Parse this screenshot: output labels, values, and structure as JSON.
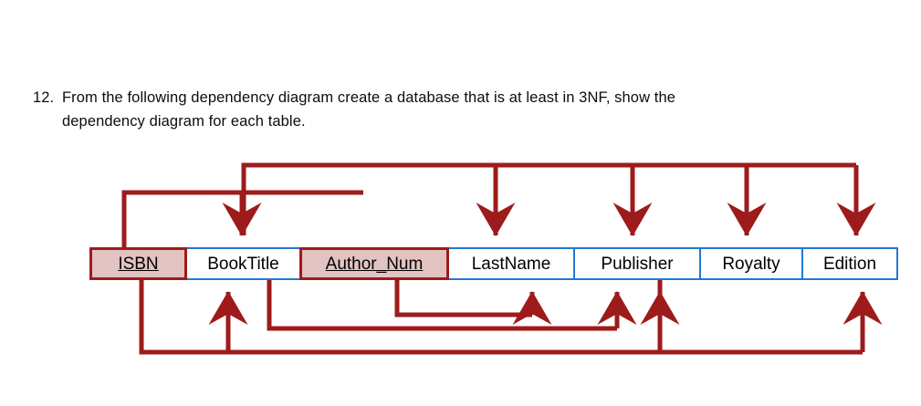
{
  "question": {
    "number": "12.",
    "line1": "From the following dependency diagram create a database that is at least in 3NF, show the",
    "line2": "dependency diagram for each table."
  },
  "diagram": {
    "title": "dependency-diagram",
    "colors": {
      "key_border": "#9e1b1b",
      "key_fill": "#e3c2c2",
      "normal_border": "#2079d4",
      "normal_fill": "#ffffff",
      "arrow": "#9e1b1b",
      "text": "#000000"
    },
    "attributes": [
      {
        "name": "ISBN",
        "is_key": true,
        "width": 107
      },
      {
        "name": "BookTitle",
        "is_key": false,
        "width": 127
      },
      {
        "name": "Author_Num",
        "is_key": true,
        "width": 164
      },
      {
        "name": "LastName",
        "is_key": false,
        "width": 140
      },
      {
        "name": "Publisher",
        "is_key": false,
        "width": 140
      },
      {
        "name": "Royalty",
        "is_key": false,
        "width": 114
      },
      {
        "name": "Edition",
        "is_key": false,
        "width": 106
      }
    ],
    "dependencies": [
      {
        "determinant": "ISBN",
        "dependent": "BookTitle",
        "side": "above"
      },
      {
        "determinant": "ISBN",
        "dependent": "LastName",
        "side": "above"
      },
      {
        "determinant": "ISBN",
        "dependent": "Publisher",
        "side": "above"
      },
      {
        "determinant": "ISBN",
        "dependent": "Royalty",
        "side": "above"
      },
      {
        "determinant": "ISBN",
        "dependent": "Edition",
        "side": "above"
      },
      {
        "determinant": "Author_Num",
        "dependent": "LastName",
        "side": "below"
      },
      {
        "determinant": "Author_Num",
        "dependent": "Publisher",
        "side": "below"
      },
      {
        "determinant": "ISBN",
        "dependent": "BookTitle",
        "side": "below"
      },
      {
        "determinant": "ISBN",
        "dependent": "Edition",
        "side": "below"
      }
    ]
  }
}
